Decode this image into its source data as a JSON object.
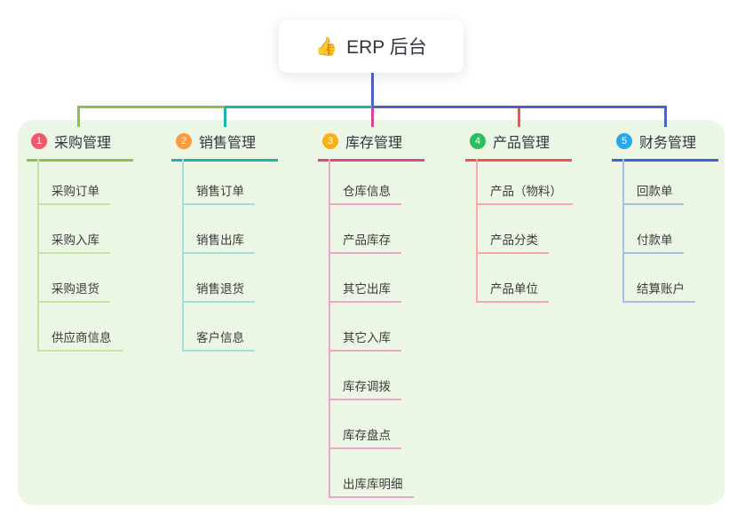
{
  "root": {
    "icon": "👍",
    "label": "ERP 后台"
  },
  "branches": [
    {
      "num": "1",
      "label": "采购管理",
      "line_color": "#8bc34a",
      "child_line_color": "#c6e3a0",
      "badge_color": "#f4566b",
      "children": [
        "采购订单",
        "采购入库",
        "采购退货",
        "供应商信息"
      ]
    },
    {
      "num": "2",
      "label": "销售管理",
      "line_color": "#1cb5a8",
      "child_line_color": "#a3ded7",
      "badge_color": "#fc9b40",
      "children": [
        "销售订单",
        "销售出库",
        "销售退货",
        "客户信息"
      ]
    },
    {
      "num": "3",
      "label": "库存管理",
      "line_color": "#d44a92",
      "child_line_color": "#f0a4c9",
      "badge_color": "#fbaf19",
      "children": [
        "仓库信息",
        "产品库存",
        "其它出库",
        "其它入库",
        "库存调拨",
        "库存盘点",
        "出库库明细"
      ]
    },
    {
      "num": "4",
      "label": "产品管理",
      "line_color": "#f4544d",
      "child_line_color": "#f8a9a4",
      "badge_color": "#2ebd5d",
      "children": [
        "产品（物料）",
        "产品分类",
        "产品单位"
      ]
    },
    {
      "num": "5",
      "label": "财务管理",
      "line_color": "#3d63d3",
      "child_line_color": "#a8bfe4",
      "badge_color": "#2aa7e9",
      "children": [
        "回款单",
        "付款单",
        "结算账户"
      ]
    }
  ],
  "connector_colors": {
    "root_line": "#4e61c4"
  },
  "panel_color": "#ebf6e4"
}
